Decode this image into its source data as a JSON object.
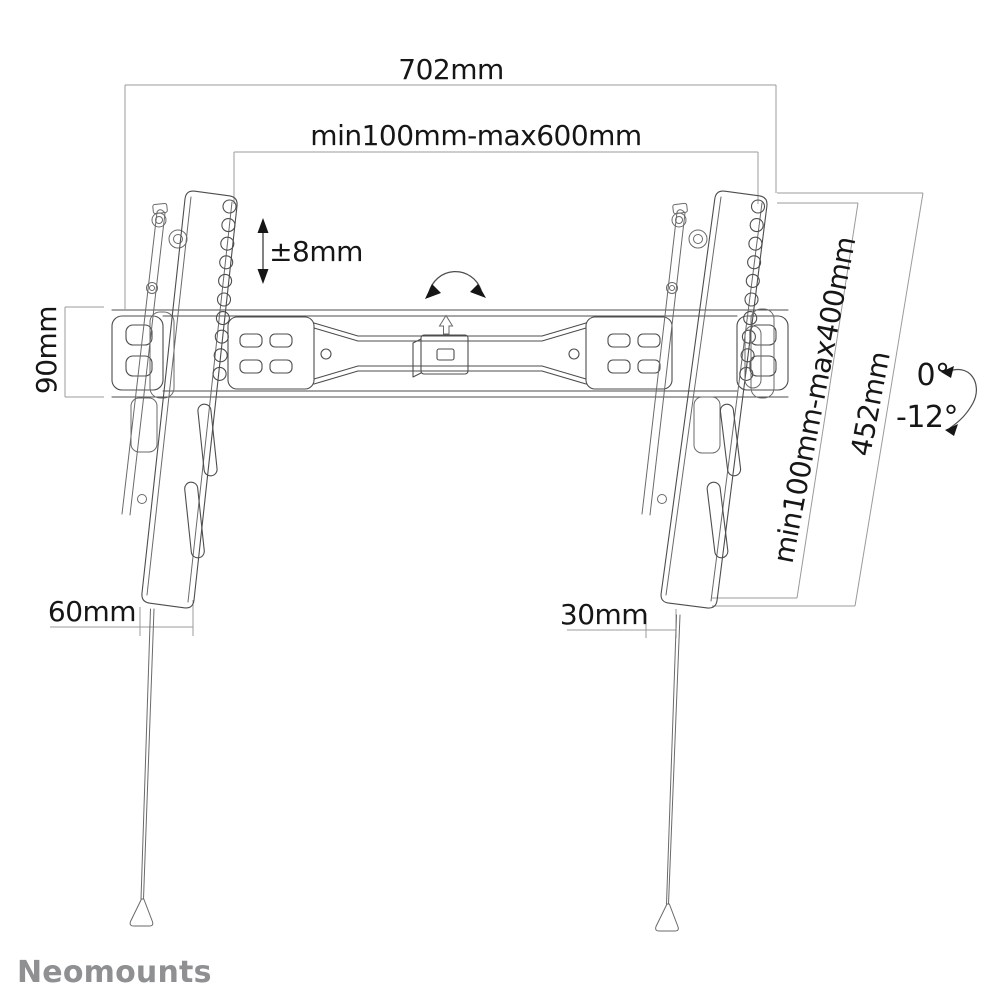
{
  "page": {
    "background": "#ffffff"
  },
  "drawing": {
    "type": "technical-dimension-diagram",
    "subject": "tilting flat-screen wall mount, front view with hanging pull cords",
    "line_color": "#4d4d4d",
    "dimension_line_color": "#9b9b9b",
    "text_color": "#161616"
  },
  "dimensions": {
    "overall_width": "702mm",
    "horizontal_hole_range": "min100mm-max600mm",
    "height_adjustment": "±8mm",
    "wall_plate_height": "90mm",
    "vertical_hole_range": "min100mm-max400mm",
    "bracket_length": "452mm",
    "tilt_upper": "0°",
    "tilt_lower": "-12°",
    "bottom_left_offset": "60mm",
    "bottom_right_offset": "30mm"
  },
  "branding": {
    "logo_text": "Neomounts",
    "logo_color": "#8e9092"
  }
}
